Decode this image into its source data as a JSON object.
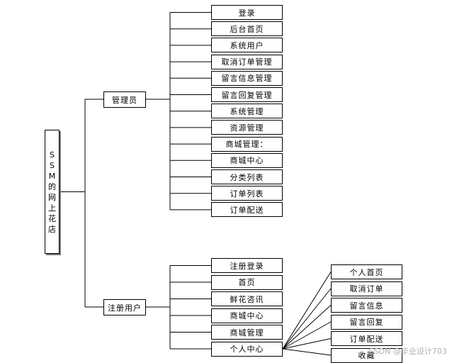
{
  "root": {
    "label": "SSM的网上花店"
  },
  "admin": {
    "label": "管理员",
    "children": [
      "登录",
      "后台首页",
      "系统用户",
      "取消订单管理",
      "留言信息管理",
      "留言回复管理",
      "系统管理",
      "资源管理",
      "商城管理：",
      "商城中心",
      "分类列表",
      "订单列表",
      "订单配送"
    ]
  },
  "user": {
    "label": "注册用户",
    "children": [
      "注册登录",
      "首页",
      "鲜花咨讯",
      "商城中心",
      "商城管理",
      "个人中心"
    ]
  },
  "personal_center": {
    "children": [
      "个人首页",
      "取消订单",
      "留言信息",
      "留言回复",
      "订单配送",
      "收藏"
    ]
  },
  "watermark": "CSDN @毕业设计703"
}
